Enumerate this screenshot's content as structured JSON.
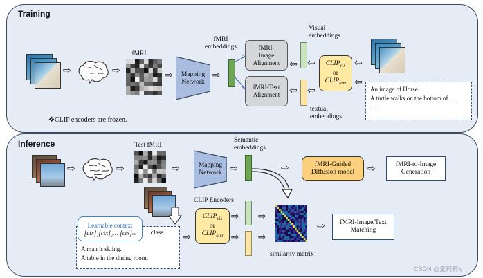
{
  "training": {
    "title": "Training",
    "fmri_label": "fMRI",
    "fmri_embeddings_label": "fMRI\nembeddings",
    "mapping_network": "Mapping\nNetwork",
    "image_alignment": "fMRI-\nImage\nAlignment",
    "text_alignment": "fMRI-Text\nAlignment",
    "visual_embeddings": "Visual\nembeddings",
    "textual_embeddings": "textual\nembeddings",
    "clip_vis": "CLIP",
    "clip_vis_sub": "vis",
    "clip_or": "or",
    "clip_text": "CLIP",
    "clip_text_sub": "text",
    "captions": [
      "An image of Horse.",
      "A turtle walks on the bottom of …",
      "….."
    ],
    "frozen_note": "❖CLIP encoders are frozen."
  },
  "inference": {
    "title": "Inference",
    "test_fmri_label": "Test fMRI",
    "mapping_network": "Mapping\nNetwork",
    "semantic_embeddings": "Semantic\nembeddings",
    "guided_diffusion": "fMRI-Guided\nDiffusion model",
    "image_generation": "fMRI-to-Image\nGeneration",
    "clip_encoders": "CLIP  Encoders",
    "clip_vis": "CLIP",
    "clip_vis_sub": "vis",
    "clip_or": "or",
    "clip_text": "CLIP",
    "clip_text_sub": "text",
    "learnable_context": "Learnable  context",
    "ctx_formula": "[ctx]₁[ctx]₂… [ctx]ₘ",
    "plus_class": "+ class",
    "captions": [
      "A man is skiing.",
      "A table in the dining room.",
      "….."
    ],
    "similarity_matrix": "similarity matrix",
    "matching": "fMRI-Image/Text\nMatching"
  },
  "watermark": "CSDN @夏莉莉iy",
  "colors": {
    "panel_bg": "#e6ecf6",
    "mapping_network": "#a8bde0",
    "clip_box": "#ffe9a3",
    "diffusion_box": "#fcd07d",
    "green_bar": "#6ea655",
    "yellow_bar": "#fbe6a7",
    "matrix_bg": "#160a4a"
  }
}
